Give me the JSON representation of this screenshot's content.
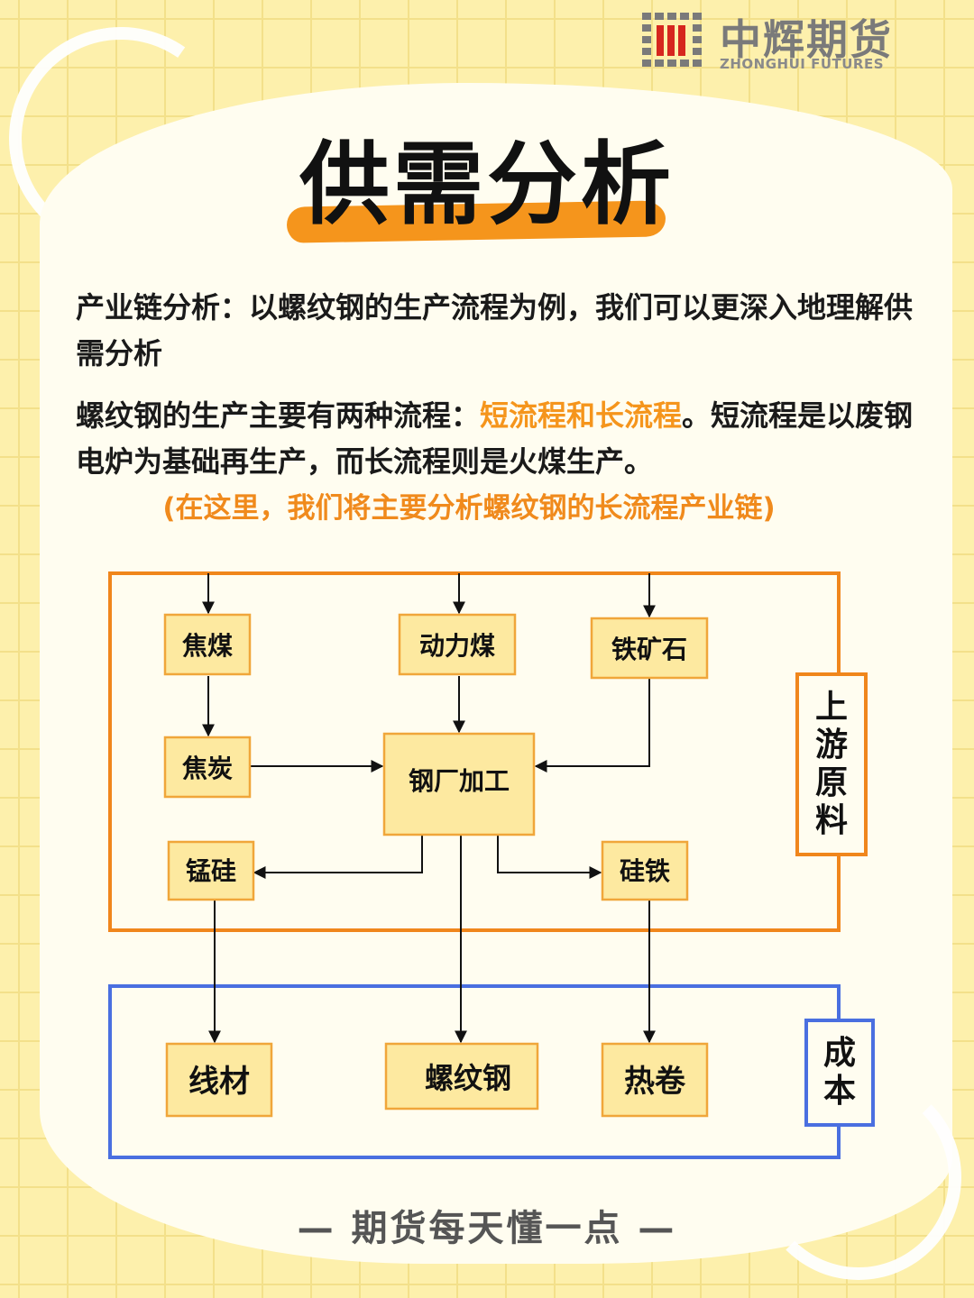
{
  "brand": {
    "name_cn": "中辉期货",
    "name_en": "ZHONGHUI FUTURES",
    "accent_red": "#d6261e",
    "accent_gray": "#7a7a7a"
  },
  "title": "供需分析",
  "paragraphs": {
    "p1": "产业链分析：以螺纹钢的生产流程为例，我们可以更深入地理解供需分析",
    "p2_prefix": "螺纹钢的生产主要有两种流程：",
    "p2_highlight": "短流程和长流程",
    "p2_suffix": "。短流程是以废钢电炉为基础再生产，而长流程则是火煤生产。",
    "note": "(在这里，我们将主要分析螺纹钢的长流程产业链)"
  },
  "diagram": {
    "nodes": {
      "coking_coal": "焦煤",
      "thermal_coal": "动力煤",
      "iron_ore": "铁矿石",
      "coke": "焦炭",
      "steel_mill": "钢厂加工",
      "silicomanganese": "锰硅",
      "ferrosilicon": "硅铁",
      "wire_rod": "线材",
      "rebar": "螺纹钢",
      "hot_coil": "热卷"
    },
    "groups": {
      "upstream": "上游原料",
      "cost": "成本"
    },
    "colors": {
      "upstream_border": "#f0861c",
      "cost_border": "#4a6fe0",
      "node_fill": "#fde9a0",
      "node_border": "#f0a63a",
      "arrow": "#111111"
    }
  },
  "footer": "— 期货每天懂一点 —",
  "colors": {
    "background": "#fdf0ac",
    "highlight": "#f5951c"
  }
}
